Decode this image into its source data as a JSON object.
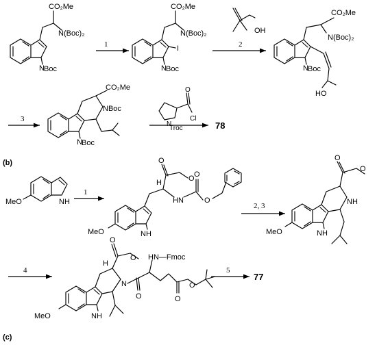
{
  "scheme_a": {
    "substituents": {
      "co2me": "CO₂Me",
      "nboc2": "N(Boc)₂",
      "boc": "Boc",
      "nboc": "NBoc",
      "n": "N",
      "i": "I",
      "oh": "OH",
      "ho": "HO",
      "troc": "Troc",
      "o": "O",
      "cl": "Cl"
    },
    "steps": [
      "1",
      "2",
      "3"
    ],
    "product": "78"
  },
  "panel_b": "(b)",
  "scheme_b": {
    "substituents": {
      "meo": "MeO",
      "nh": "NH",
      "h": "H",
      "n": "N",
      "o": "O",
      "hn": "HN",
      "fmoc": "Fmoc",
      "hn_fmoc": "HN—Fmoc"
    },
    "steps": [
      "1",
      "2, 3",
      "4",
      "5"
    ],
    "product": "77"
  },
  "panel_c": "(c)"
}
